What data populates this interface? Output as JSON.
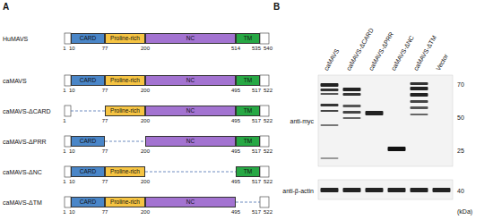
{
  "diagram": {
    "nodes": [
      {
        "text": [
          "CARD"
        ]
      },
      {
        "text": [
          "Proline-rich"
        ]
      },
      {
        "text": [
          "NC"
        ]
      },
      {
        "text": [
          "TM"
        ]
      },
      {
        "text": [
          "CARD"
        ]
      },
      {
        "text": [
          "Proline-rich"
        ]
      },
      {
        "text": [
          "NC"
        ]
      },
      {
        "text": [
          "TM"
        ]
      },
      {
        "text": [
          "Proline-rich"
        ]
      },
      {
        "text": [
          "NC"
        ]
      },
      {
        "text": [
          "TM"
        ]
      },
      {
        "text": [
          "CARD"
        ]
      },
      {
        "text": [
          "NC"
        ]
      },
      {
        "text": [
          "TM"
        ]
      },
      {
        "text": [
          "CARD"
        ]
      },
      {
        "text": [
          "Proline-rich"
        ]
      },
      {
        "text": [
          "TM"
        ]
      },
      {
        "text": [
          "CARD"
        ]
      },
      {
        "text": [
          "Proline-rich"
        ]
      },
      {
        "text": [
          "NC"
        ]
      }
    ],
    "edges": [
      {
        "from": 11,
        "to": 12,
        "arrow": "none"
      },
      {
        "from": 15,
        "to": 16,
        "arrow": "none"
      }
    ],
    "labels": [
      "A",
      "HuMAVS",
      "1",
      "10",
      "77",
      "200",
      "514",
      "535",
      "540",
      "caMAVS",
      "1",
      "10",
      "77",
      "200",
      "495",
      "517",
      "522",
      "caMAVS-ΔCARD",
      "1",
      "77",
      "200",
      "495",
      "517",
      "522",
      "caMAVS-ΔPRR",
      "1",
      "10",
      "77",
      "200",
      "495",
      "517",
      "522",
      "caMAVS-ΔNC",
      "1",
      "10",
      "77",
      "200",
      "495",
      "517",
      "522",
      "caMAVS-ΔTM",
      "1",
      "10",
      "77",
      "200",
      "495",
      "517",
      "522",
      "B",
      "caMAVS",
      "caMAVS-ΔCARD",
      "caMAVS-ΔPRR",
      "caMAVS-ΔNC",
      "caMAVS-ΔTM",
      "Vector",
      "anti-myc",
      "70",
      "50",
      "25",
      "anti-β-actin",
      "40",
      "(kDa)"
    ]
  }
}
